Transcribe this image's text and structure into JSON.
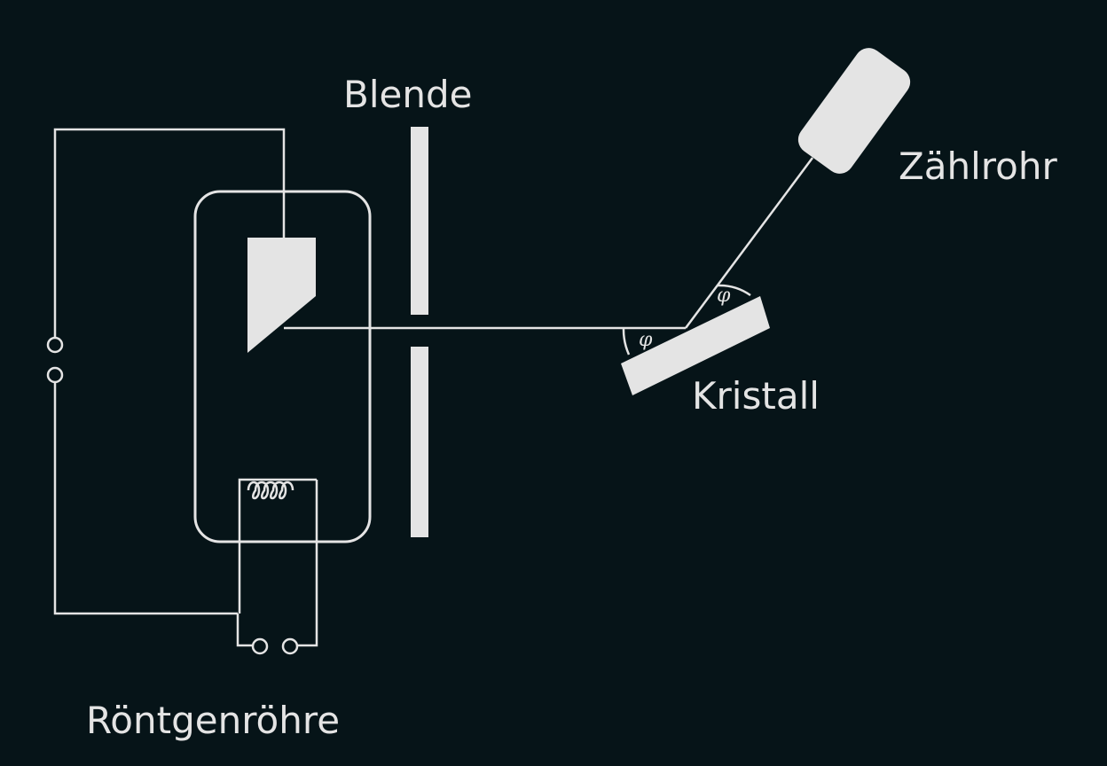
{
  "labels": {
    "aperture": "Blende",
    "counter_tube": "Zählrohr",
    "crystal": "Kristall",
    "xray_tube": "Röntgenröhre"
  },
  "angle_symbol": "φ",
  "colors": {
    "background": "#061418",
    "stroke": "#e4e4e4",
    "fill": "#e4e4e4"
  }
}
